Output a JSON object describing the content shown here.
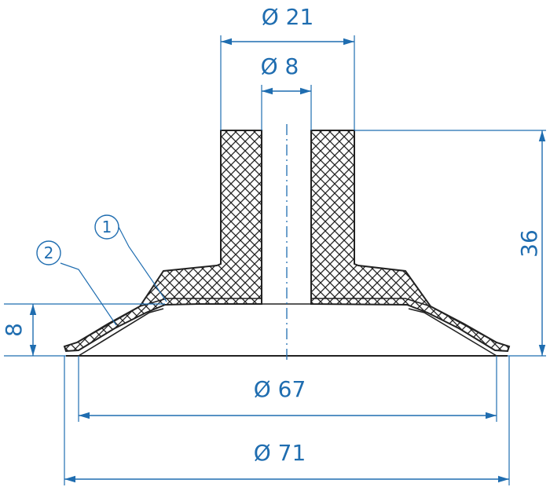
{
  "drawing": {
    "dimensions": {
      "top_outer": "Ø 21",
      "top_inner": "Ø 8",
      "height_total": "36",
      "height_lip": "8",
      "bottom_inner": "Ø 67",
      "bottom_outer": "Ø 71"
    },
    "callouts": {
      "c1": "1",
      "c2": "2"
    },
    "colors": {
      "dimension": "#1f6db0",
      "part": "#222222"
    }
  }
}
